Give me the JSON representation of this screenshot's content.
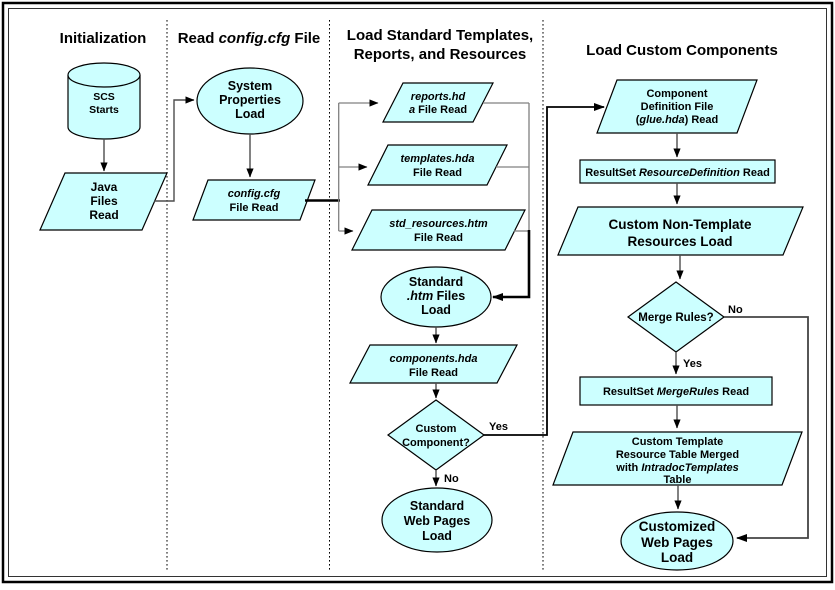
{
  "columns": {
    "c1": {
      "title": "Initialization"
    },
    "c2": {
      "title_pre": "Read ",
      "title_italic": "config.cfg",
      "title_post": " File"
    },
    "c3": {
      "title_line1": "Load Standard Templates,",
      "title_line2": "Reports, and Resources"
    },
    "c4": {
      "title": "Load Custom Components"
    }
  },
  "nodes": {
    "scs": {
      "type": "cylinder",
      "l1": "SCS",
      "l2": "Starts"
    },
    "java": {
      "type": "parallelogram",
      "l1": "Java",
      "l2": "Files",
      "l3": "Read"
    },
    "sysprops": {
      "type": "ellipse",
      "l1": "System",
      "l2": "Properties",
      "l3": "Load"
    },
    "configcfg": {
      "type": "parallelogram",
      "l1_italic": "config.cfg",
      "l2": "File Read"
    },
    "reports": {
      "type": "parallelogram",
      "l1_italic": "reports.hd",
      "l2_italic": "a",
      "l2_rest": " File Read"
    },
    "templates": {
      "type": "parallelogram",
      "l1_italic": "templates.hda",
      "l2": "File Read"
    },
    "stdresources": {
      "type": "parallelogram",
      "l1_italic": "std_resources.htm",
      "l2": "File Read"
    },
    "stdhtm": {
      "type": "ellipse",
      "l1": "Standard",
      "l2_italic": ".htm",
      "l2_rest": " Files",
      "l3": "Load"
    },
    "components": {
      "type": "parallelogram",
      "l1_italic": "components.hda",
      "l2": "File Read"
    },
    "customcomp": {
      "type": "decision",
      "l1": "Custom",
      "l2": "Component?"
    },
    "stdweb": {
      "type": "ellipse",
      "l1": "Standard",
      "l2": "Web Pages",
      "l3": "Load"
    },
    "compdef": {
      "type": "parallelogram",
      "l1": "Component",
      "l2": "Definition File",
      "l3_pre": "(",
      "l3_italic": "glue.hda",
      "l3_post": ") Read"
    },
    "rsresourcedef": {
      "type": "process",
      "pre": "ResultSet ",
      "italic": "ResourceDefinition",
      "post": " Read"
    },
    "customnontemplate": {
      "type": "parallelogram",
      "l1": "Custom Non-Template",
      "l2": "Resources Load"
    },
    "mergerules": {
      "type": "decision",
      "l1": "Merge Rules?"
    },
    "rsmergerules": {
      "type": "process",
      "pre": "ResultSet ",
      "italic": "MergeRules",
      "post": " Read"
    },
    "customtemplate": {
      "type": "parallelogram",
      "l1": "Custom Template",
      "l2": "Resource Table Merged",
      "l3_pre": "with ",
      "l3_italic": "IntradocTemplates",
      "l4": "Table"
    },
    "customizedweb": {
      "type": "ellipse",
      "l1": "Customized",
      "l2": "Web Pages",
      "l3": "Load"
    }
  },
  "edges": {
    "yes1": "Yes",
    "no1": "No",
    "yes2": "Yes",
    "no2": "No"
  },
  "colors": {
    "node_fill": "#CCFFFF",
    "node_stroke": "#000000",
    "connector": "#4D4D4D",
    "fanout_line": "#808080",
    "emphasis_line": "#000000"
  }
}
